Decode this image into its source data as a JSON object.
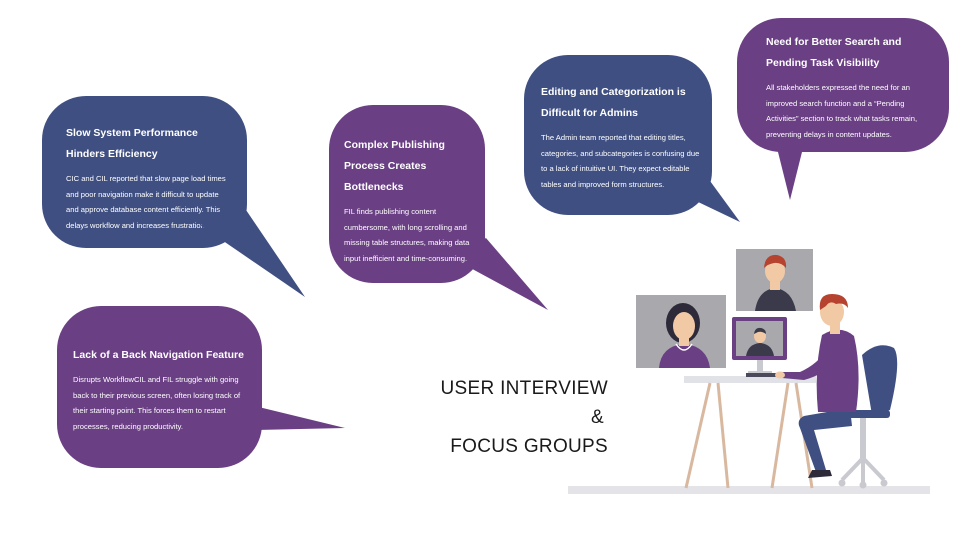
{
  "bubbles": [
    {
      "id": "slow-performance",
      "title": "Slow System Performance Hinders Efficiency",
      "body": "CIC and CIL reported that slow page load times and poor navigation make it difficult to update and approve database content efficiently. This delays workflow and increases frustration."
    },
    {
      "id": "complex-publishing",
      "title": "Complex Publishing Process Creates Bottlenecks",
      "body": "FIL finds publishing content cumbersome, with long scrolling and missing table structures, making data input inefficient and time-consuming."
    },
    {
      "id": "editing-categorization",
      "title": "Editing and Categorization is Difficult for Admins",
      "body": "The Admin team reported that editing titles, categories, and subcategories is confusing due to a lack of intuitive UI. They expect editable tables and improved form structures."
    },
    {
      "id": "better-search",
      "title": "Need for Better Search and Pending Task Visibility",
      "body": "All stakeholders expressed the need for an improved search function and a “Pending Activities” section to track what tasks remain, preventing delays in content updates."
    },
    {
      "id": "back-navigation",
      "title": "Lack of a Back Navigation Feature",
      "body": "Disrupts WorkflowCIL and FIL struggle with going back to their previous screen, often losing track of their starting point. This forces them to restart processes, reducing productivity."
    }
  ],
  "heading": {
    "line1": "USER INTERVIEW",
    "line2": "&",
    "line3": "FOCUS GROUPS"
  },
  "colors": {
    "blue_bubble": "#3f4f82",
    "purple_bubble": "#6a3f84"
  }
}
